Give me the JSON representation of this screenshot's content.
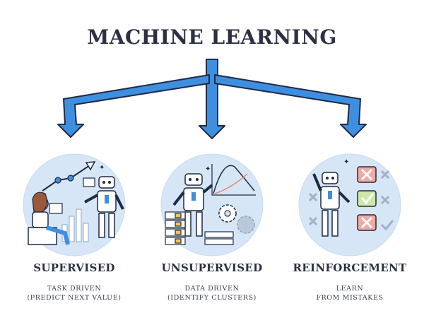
{
  "title": "MACHINE LEARNING",
  "colors": {
    "arrow": "#3f8fe0",
    "arrow_outline": "#1f2a44",
    "circle": "#d6e6f6",
    "accent_yellow": "#f2c64b",
    "accent_red": "#f0a8a0",
    "accent_green": "#cfe8a8",
    "ink": "#2b3142"
  },
  "categories": [
    {
      "name": "SUPERVISED",
      "lines": [
        "TASK DRIVEN",
        "(PREDICT NEXT VALUE)"
      ],
      "illustration": "person-teaching-robot-icon"
    },
    {
      "name": "UNSUPERVISED",
      "lines": [
        "DATA DRIVEN",
        "(IDENTIFY CLUSTERS)"
      ],
      "illustration": "robot-with-data-and-gears-icon"
    },
    {
      "name": "REINFORCEMENT",
      "lines": [
        "LEARN",
        "FROM MISTAKES"
      ],
      "illustration": "robot-with-checklist-icon"
    }
  ]
}
